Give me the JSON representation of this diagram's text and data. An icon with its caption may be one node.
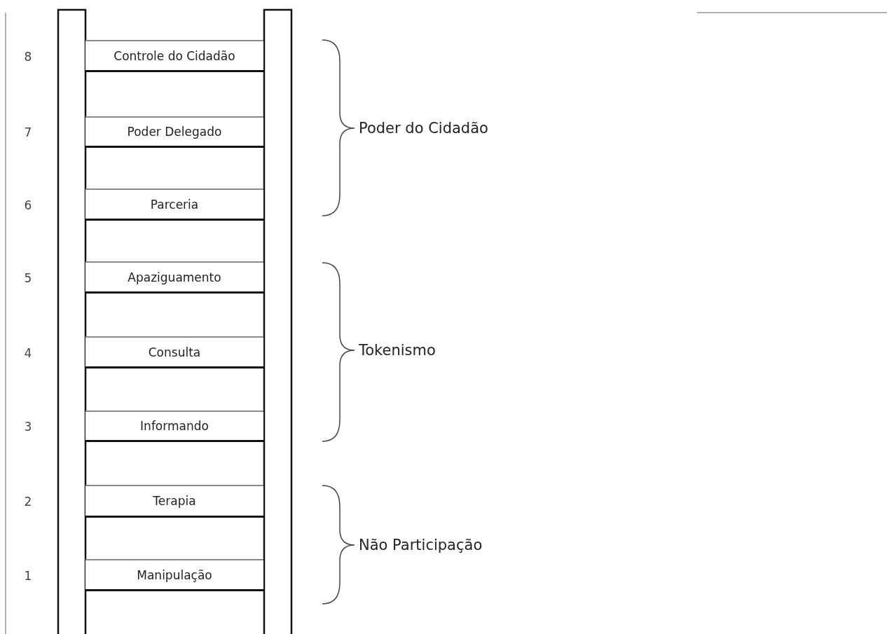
{
  "diagram": {
    "nodes": [
      {
        "text": [],
        "shape": "bar"
      },
      {
        "text": [],
        "shape": "bar"
      },
      {
        "text": [
          "Controle do Cidadão"
        ]
      },
      {
        "text": [
          "Poder Delegado"
        ]
      },
      {
        "text": [
          "Parceria"
        ]
      },
      {
        "text": [
          "Apaziguamento"
        ]
      },
      {
        "text": [
          "Consulta"
        ]
      },
      {
        "text": [
          "Informando"
        ]
      },
      {
        "text": [
          "Terapia"
        ]
      },
      {
        "text": [
          "Manipulação"
        ]
      }
    ],
    "labels": [
      "8",
      "7",
      "6",
      "5",
      "4",
      "3",
      "2",
      "1",
      "Poder do Cidadão",
      "Tokenismo",
      "Não Participação"
    ]
  }
}
